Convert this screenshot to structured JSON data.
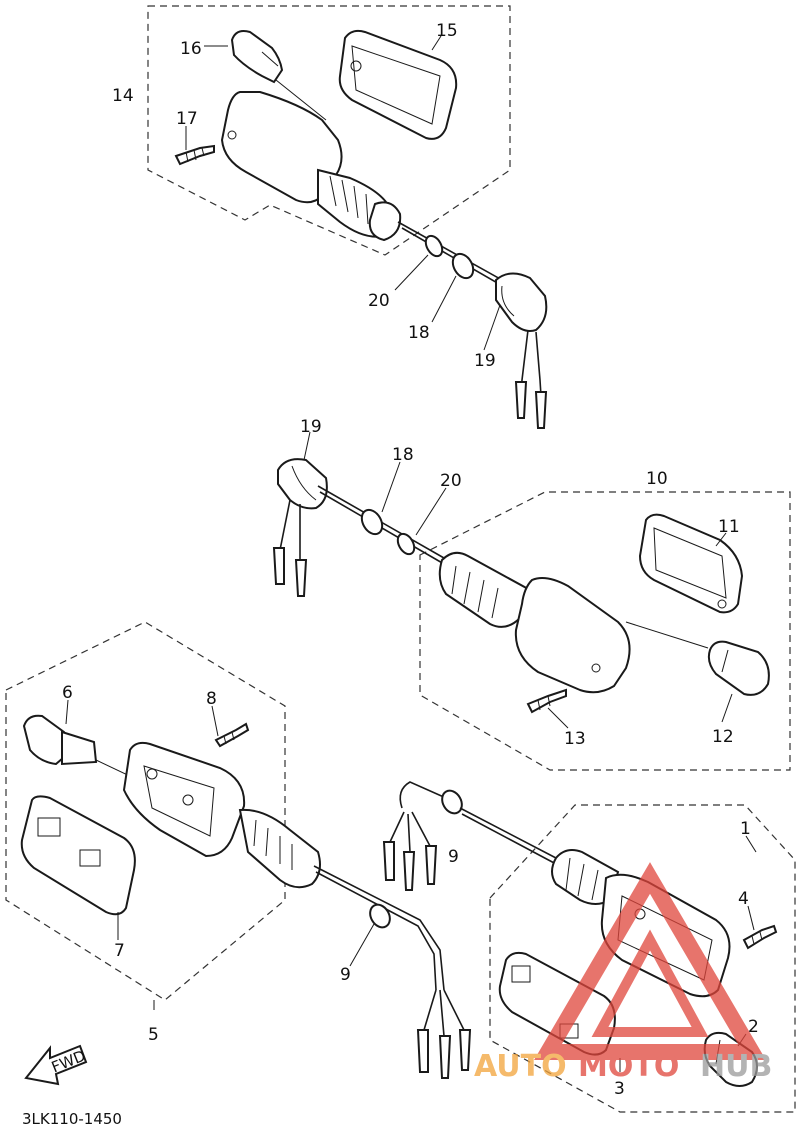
{
  "diagram_code": "3LK110-1450",
  "fwd_label": "FWD",
  "callouts": {
    "p1": "1",
    "p2": "2",
    "p3": "3",
    "p4": "4",
    "p5": "5",
    "p6": "6",
    "p7": "7",
    "p8": "8",
    "p9a": "9",
    "p9b": "9",
    "p10": "10",
    "p11": "11",
    "p12": "12",
    "p13": "13",
    "p14": "14",
    "p15": "15",
    "p16": "16",
    "p17": "17",
    "p18a": "18",
    "p18b": "18",
    "p19a": "19",
    "p19b": "19",
    "p20a": "20",
    "p20b": "20"
  },
  "watermark": {
    "part_a": "AUTO",
    "part_b": "MOTO",
    "part_c": "HUB"
  },
  "colors": {
    "line": "#1a1a1a",
    "watermark_red": "#e0463c",
    "watermark_orange": "#f2a33a",
    "watermark_gray": "#9a9a9a"
  }
}
